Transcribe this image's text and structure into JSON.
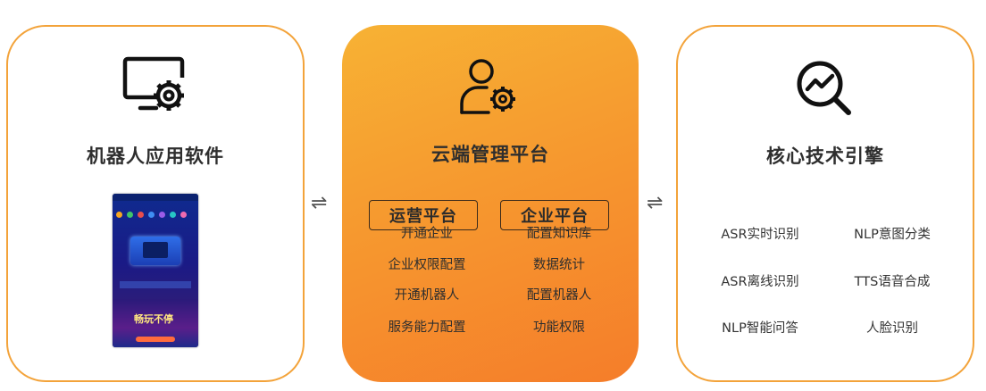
{
  "left_card": {
    "icon": "monitor-gear-icon",
    "title": "机器人应用软件",
    "phone_promo": "畅玩不停"
  },
  "center_card": {
    "icon": "user-gear-icon",
    "title": "云端管理平台",
    "tabs": [
      "运营平台",
      "企业平台"
    ],
    "ops_items": [
      "开通企业",
      "企业权限配置",
      "开通机器人",
      "服务能力配置"
    ],
    "ent_items": [
      "配置知识库",
      "数据统计",
      "配置机器人",
      "功能权限"
    ]
  },
  "right_card": {
    "icon": "trend-magnifier-icon",
    "title": "核心技术引擎",
    "items": [
      "ASR实时识别",
      "NLP意图分类",
      "ASR离线识别",
      "TTS语音合成",
      "NLP智能问答",
      "人脸识别"
    ]
  },
  "connectors": [
    "⇌",
    "⇌"
  ],
  "colors": {
    "accent": "#f59a2f",
    "border": "#f3a33a",
    "text": "#2e2e2e"
  }
}
